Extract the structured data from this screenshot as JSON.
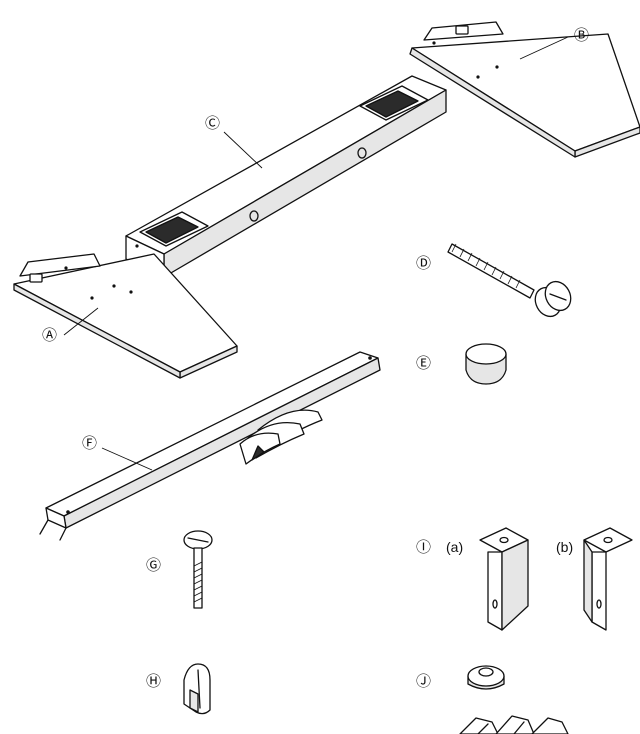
{
  "parts": [
    {
      "id": "A",
      "label": "Ⓐ"
    },
    {
      "id": "B",
      "label": "Ⓑ"
    },
    {
      "id": "C",
      "label": "Ⓒ"
    },
    {
      "id": "D",
      "label": "Ⓓ"
    },
    {
      "id": "E",
      "label": "Ⓔ"
    },
    {
      "id": "F",
      "label": "Ⓕ"
    },
    {
      "id": "G",
      "label": "Ⓖ"
    },
    {
      "id": "H",
      "label": "Ⓗ"
    },
    {
      "id": "I",
      "label": "Ⓘ",
      "variants": [
        "(a)",
        "(b)"
      ]
    },
    {
      "id": "J",
      "label": "Ⓙ"
    }
  ],
  "colors": {
    "line": "#111111",
    "fill": "#ffffff",
    "shade": "#e6e6e6",
    "dark": "#2b2b2b"
  }
}
